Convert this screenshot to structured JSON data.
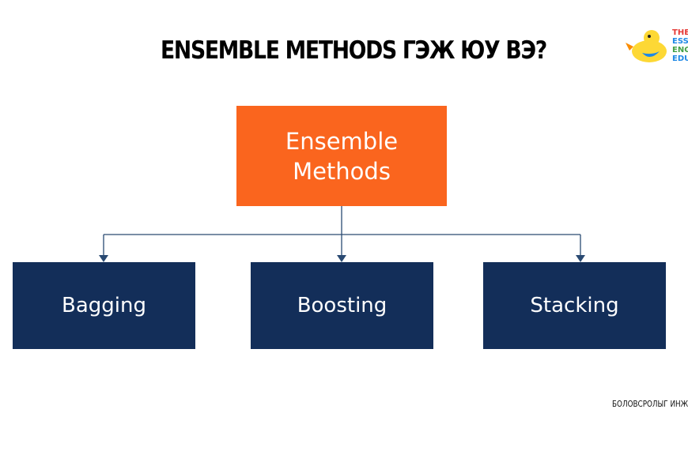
{
  "title": "ENSEMBLE METHODS ГЭЖ ЮУ ВЭ?",
  "logo": {
    "lines": [
      "THE",
      "ESS",
      "ENG",
      "EDU"
    ],
    "line_colors": [
      "#e53935",
      "#1e88e5",
      "#43a047",
      "#1e88e5"
    ],
    "duck_color": "#fdd835",
    "beak_color": "#fb8c00"
  },
  "diagram": {
    "root": {
      "line1": "Ensemble",
      "line2": "Methods",
      "color": "#fa651e"
    },
    "children": [
      {
        "label": "Bagging"
      },
      {
        "label": "Boosting"
      },
      {
        "label": "Stacking"
      }
    ],
    "child_color": "#132e59",
    "connector_color": "#2a4a72"
  },
  "footer": "БОЛОВСРОЛЫГ ИНЖЕ"
}
